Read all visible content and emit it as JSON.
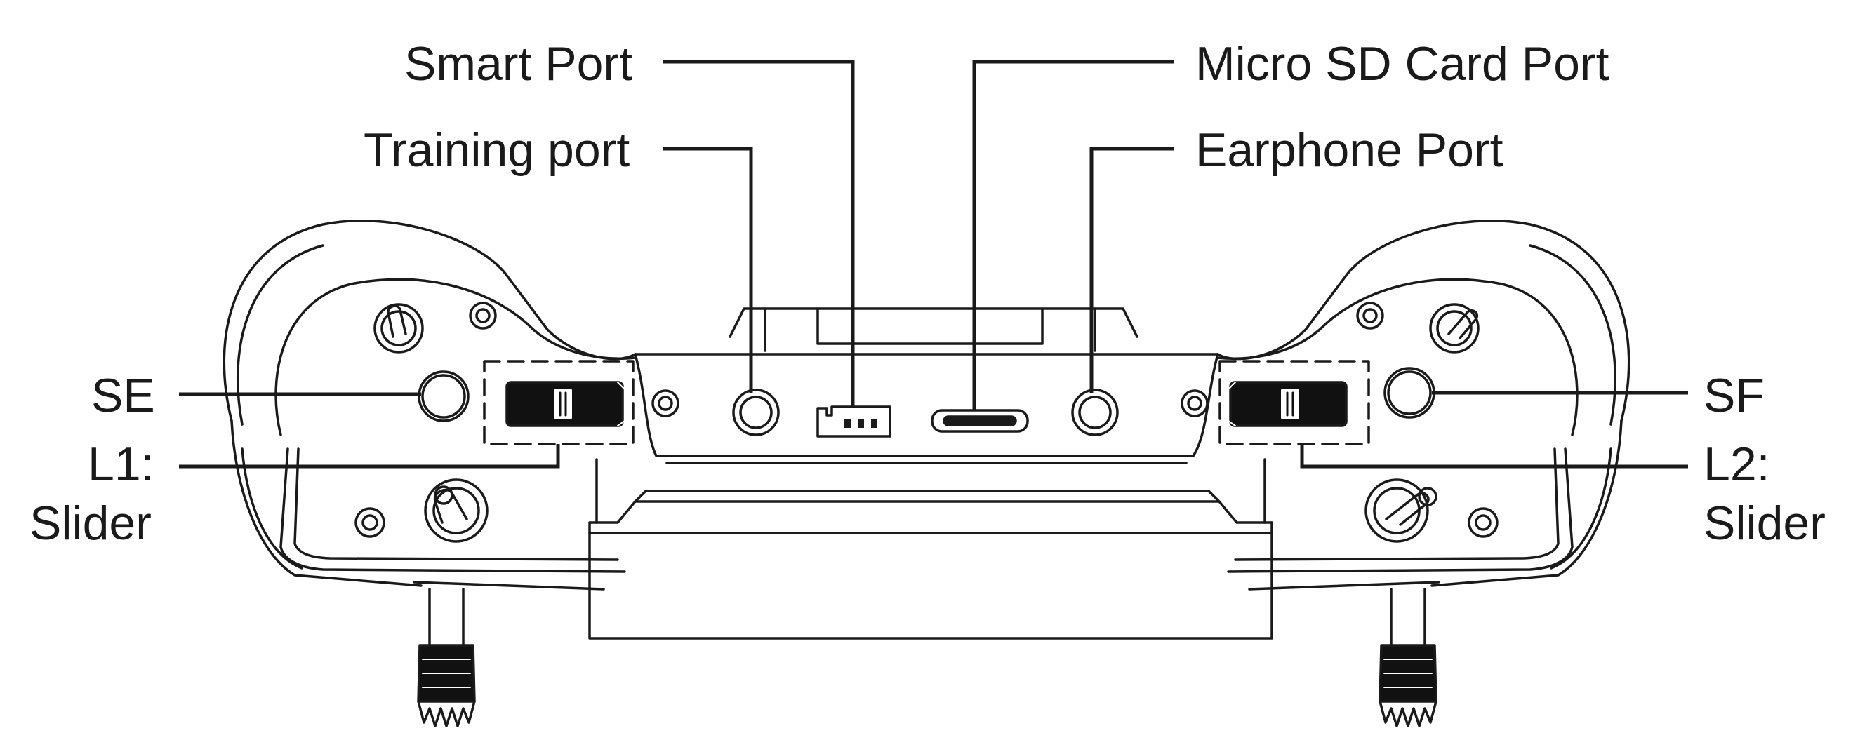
{
  "labels": {
    "smart_port": "Smart Port",
    "training_port": "Training port",
    "micro_sd_card_port": "Micro SD Card Port",
    "earphone_port": "Earphone Port",
    "se": "SE",
    "sf": "SF",
    "l1_line1": "L1:",
    "l1_line2": "Slider",
    "l2_line1": "L2:",
    "l2_line2": "Slider"
  },
  "colors": {
    "ink": "#1a1a1a",
    "fill_dark": "#111111",
    "background": "#ffffff"
  }
}
